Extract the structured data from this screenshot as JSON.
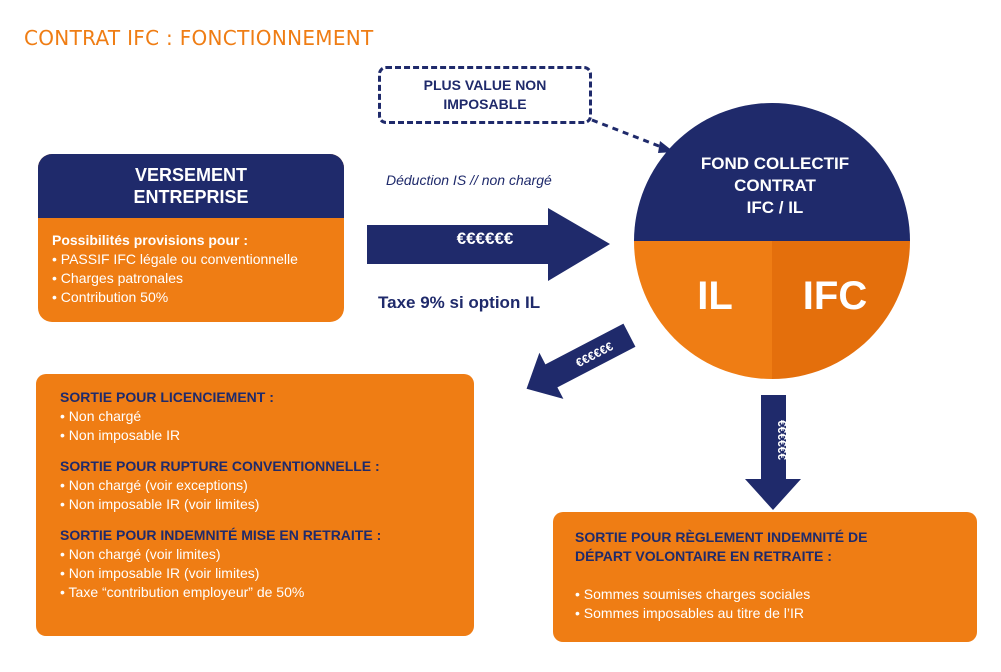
{
  "title": "CONTRAT IFC : FONCTIONNEMENT",
  "plus_value": {
    "line1": "PLUS VALUE NON",
    "line2": "IMPOSABLE"
  },
  "versement": {
    "title_line1": "VERSEMENT",
    "title_line2": "ENTREPRISE",
    "body_title": "Possibilités provisions pour :",
    "items": [
      "• PASSIF IFC légale ou conventionnelle",
      "• Charges patronales",
      "• Contribution 50%"
    ]
  },
  "flow": {
    "deduction": "Déduction IS // non chargé",
    "arrow_text": "€€€€€€",
    "taxe": "Taxe 9% si option IL",
    "diag_arrow_text": "€€€€€€",
    "down_arrow_text": "€€€€€€"
  },
  "fond": {
    "title_line1": "FOND COLLECTIF",
    "title_line2": "CONTRAT",
    "title_line3": "IFC / IL",
    "il": "IL",
    "ifc": "IFC"
  },
  "colors": {
    "navy": "#1f2a6b",
    "orange": "#ef7d14",
    "orange_dark": "#e46f0c"
  },
  "sorties": [
    {
      "title": "SORTIE POUR LICENCIEMENT :",
      "items": [
        "• Non chargé",
        "• Non imposable IR"
      ]
    },
    {
      "title": "SORTIE POUR RUPTURE CONVENTIONNELLE :",
      "items": [
        "• Non chargé (voir exceptions)",
        "• Non imposable IR (voir limites)"
      ]
    },
    {
      "title": "SORTIE POUR INDEMNITÉ MISE EN RETRAITE :",
      "items": [
        "• Non chargé (voir limites)",
        "• Non imposable IR (voir limites)",
        "• Taxe “contribution employeur” de 50%"
      ]
    }
  ],
  "reglement": {
    "title_line1": "SORTIE POUR RÈGLEMENT INDEMNITÉ DE",
    "title_line2": "DÉPART VOLONTAIRE EN RETRAITE :",
    "items": [
      "• Sommes soumises charges sociales",
      "• Sommes imposables au titre de l’IR"
    ]
  }
}
